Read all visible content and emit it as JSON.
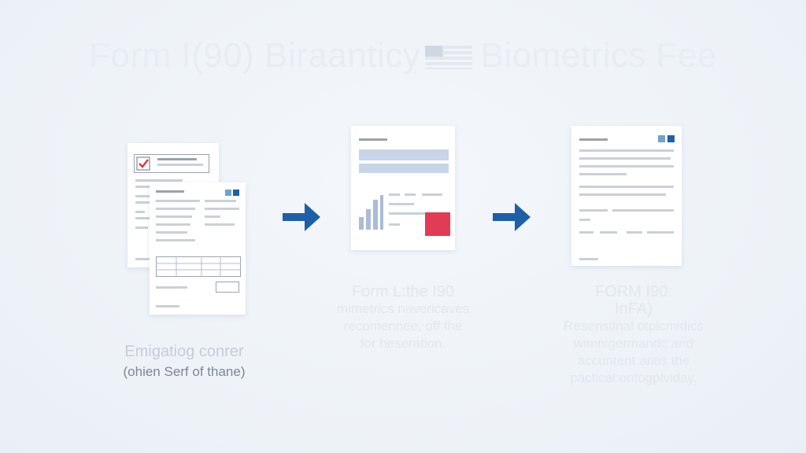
{
  "title": "Form I(90) Biraanticy      Biometrics Fee",
  "steps": [
    {
      "heading": "Emigatiog conrer",
      "subtext": "(ohien Serf of thane)"
    },
    {
      "heading": "Form L:the I90",
      "lines": [
        "mimetrics navericaves",
        "recomennee, off the",
        "for heseration."
      ]
    },
    {
      "heading": "FORM I90:",
      "subheading": "InFA)",
      "lines": [
        "Resenstinal otpicmidics",
        "wimnigermandc and",
        "accuntent antis the",
        "pactical ontogplviday."
      ]
    }
  ],
  "colors": {
    "arrow": "#1f5fa8",
    "check": "#d83a4a",
    "accent_square": "#e23b55",
    "bars": "#aabcd8",
    "highlight_bar": "#c7d4ea",
    "title": "#e7edf3",
    "caption_faint": "#e1e7ee",
    "caption_mid": "#c5cdd6",
    "caption_dark": "#7d8691"
  },
  "icons": [
    "checkbox-icon",
    "arrow-right-icon",
    "bar-chart-icon",
    "flag-icon"
  ]
}
